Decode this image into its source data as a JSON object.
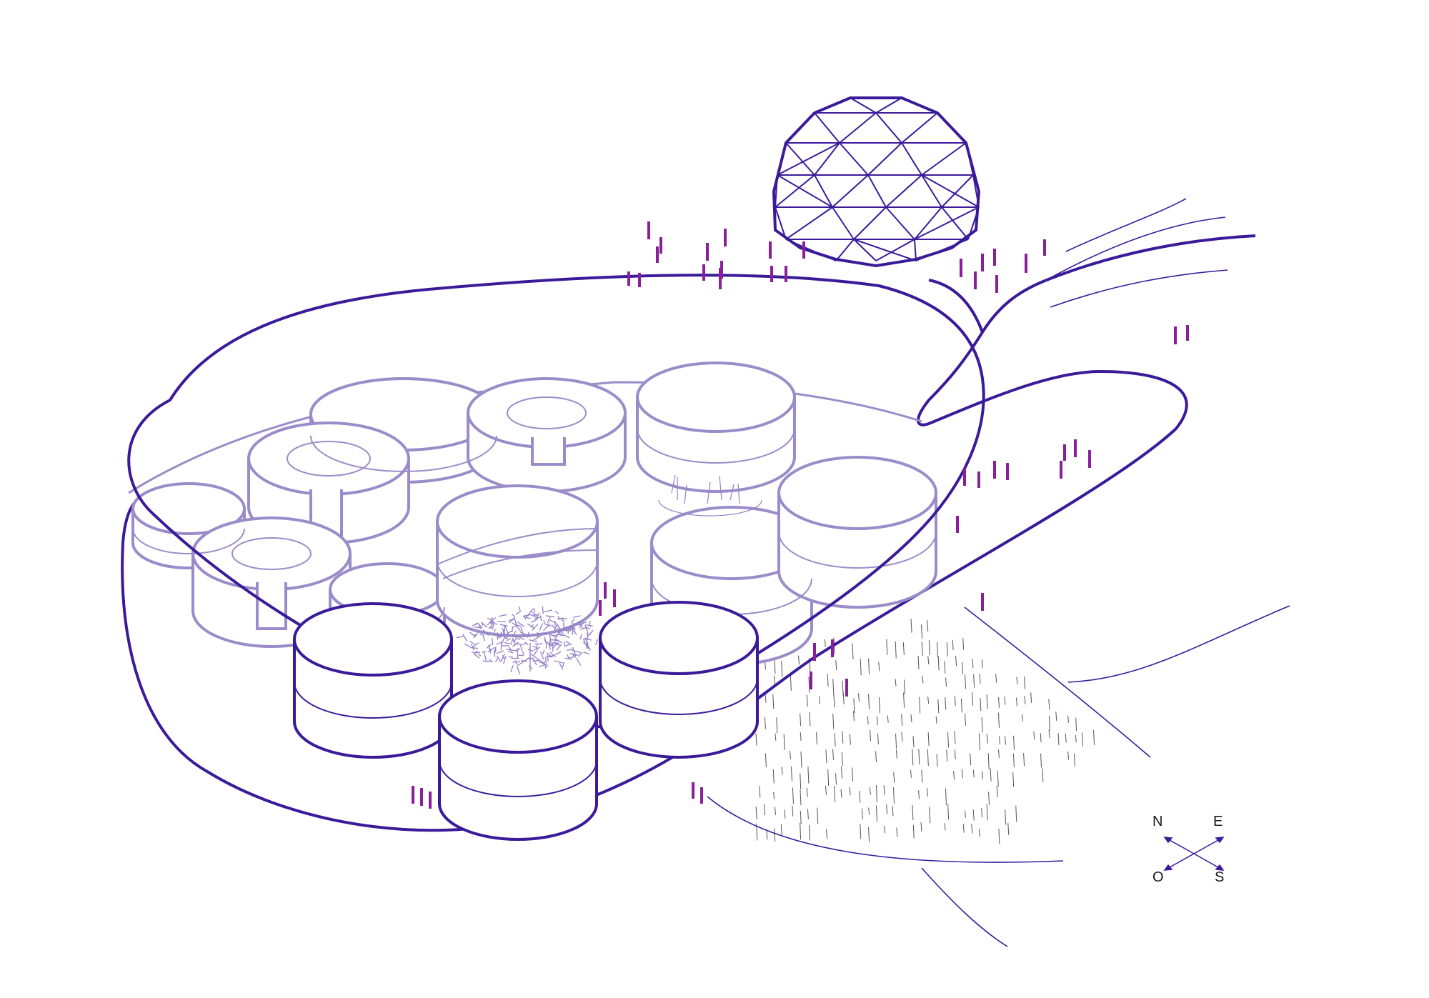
{
  "colors": {
    "background": "#ffffff",
    "outline_dark": "#3b1a9a",
    "outline_light": "#9b8cc9",
    "vegetation": "#9080c8",
    "posts": "#8a1f9a",
    "hatch": "#555555",
    "compass_text": "#1a1a1a"
  },
  "compass": {
    "north": "N",
    "east": "E",
    "west": "O",
    "south": "S"
  },
  "icons": {
    "dome": "geodesic-dome-icon",
    "compass": "compass-rose-icon"
  }
}
